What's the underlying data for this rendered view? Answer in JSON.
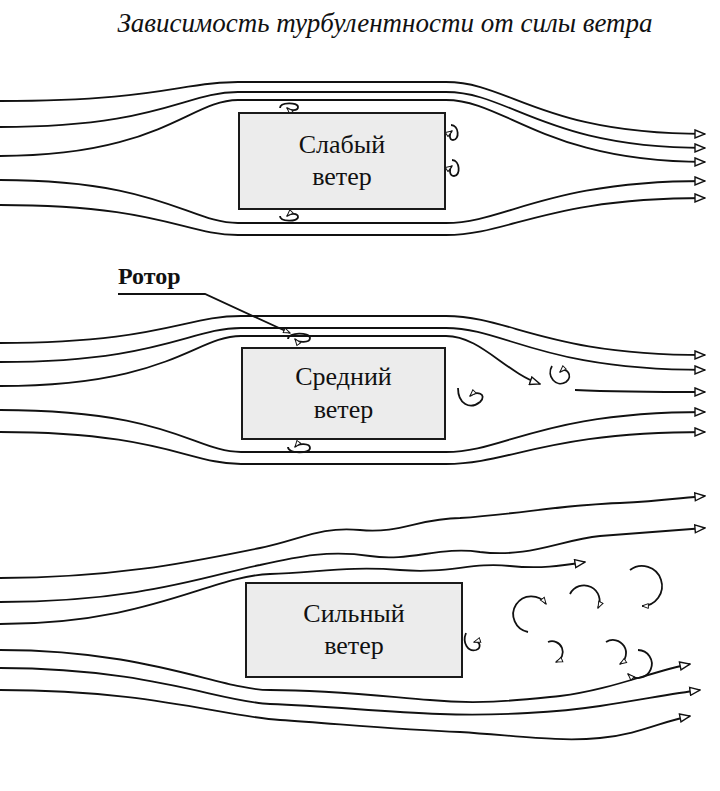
{
  "diagram": {
    "title": "Зависимость турбулентности от силы ветра",
    "nodes": [
      {
        "text": [
          "Слабый ветер"
        ]
      },
      {
        "text": [
          "Средний ветер"
        ]
      },
      {
        "text": [
          "Сильный ветер"
        ]
      }
    ],
    "labels": [
      "Ротор"
    ]
  }
}
